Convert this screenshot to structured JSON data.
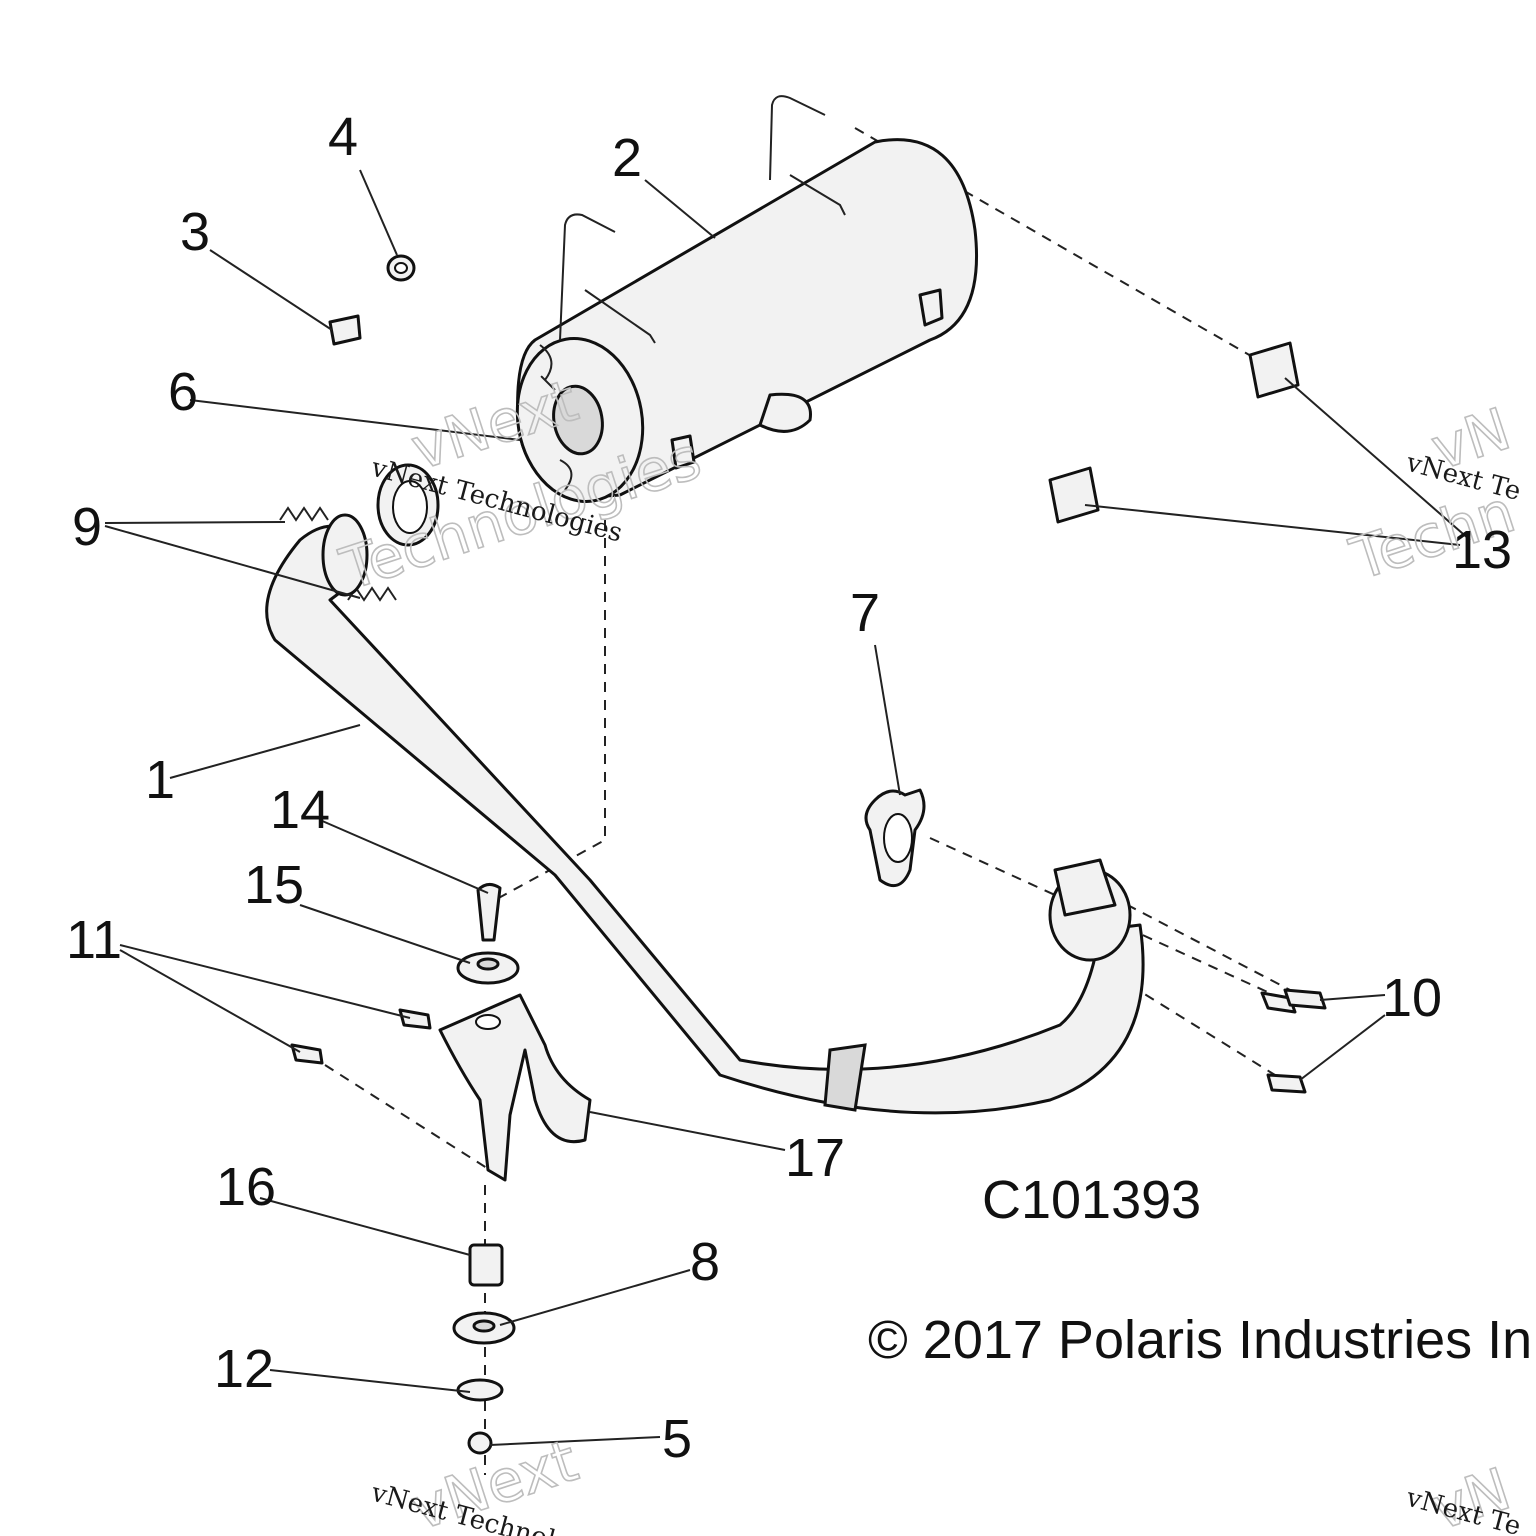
{
  "diagram_code": "C101393",
  "copyright": "© 2017 Polaris Industries In",
  "watermarks": {
    "small_text": "vNext Technologies",
    "big_line1": "vNext",
    "big_line2": "Technologies",
    "edge_small_text": "vNext Te",
    "edge_big_line1": "vN",
    "edge_big_line2": "Techn"
  },
  "callouts": {
    "c1": "1",
    "c2": "2",
    "c3": "3",
    "c4": "4",
    "c5": "5",
    "c6": "6",
    "c7": "7",
    "c8": "8",
    "c9": "9",
    "c10": "10",
    "c11": "11",
    "c12": "12",
    "c13": "13",
    "c14": "14",
    "c15": "15",
    "c16": "16",
    "c17": "17"
  }
}
